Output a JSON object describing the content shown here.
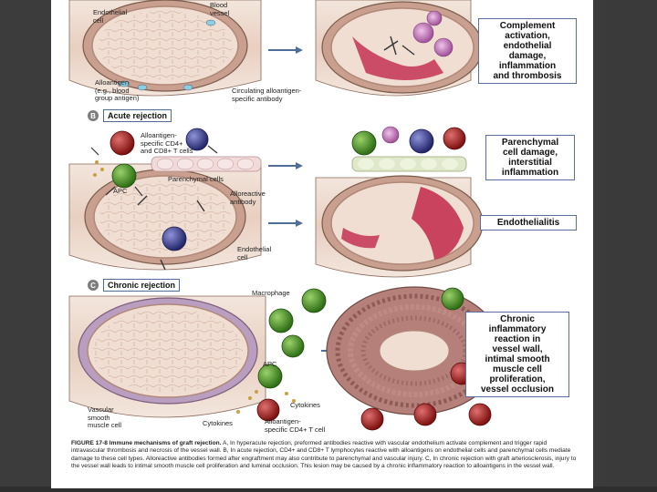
{
  "panel_a": {
    "labels": {
      "endothelial_cell": "Endothelial\ncell",
      "blood_vessel": "Blood\nvessel",
      "alloantigen": "Alloantigen\n(e.g., blood\ngroup antigen)",
      "circulating_antibody": "Circulating alloantigen-\nspecific antibody"
    },
    "result": "Complement\nactivation,\nendothelial\ndamage,\ninflammation\nand thrombosis"
  },
  "panel_b": {
    "letter": "B",
    "title": "Acute rejection",
    "labels": {
      "cd_t_cells": "Alloantigen-\nspecific CD4+\nand CD8+ T cells",
      "parenchymal_cells": "Parenchymal cells",
      "apc": "APC",
      "alloreactive_antibody": "Alloreactive\nantibody",
      "endothelial_cell": "Endothelial\ncell"
    },
    "result_top": "Parenchymal\ncell damage,\ninterstitial\ninflammation",
    "result_bottom": "Endothelialitis"
  },
  "panel_c": {
    "letter": "C",
    "title": "Chronic rejection",
    "labels": {
      "macrophage": "Macrophage",
      "apc": "APC",
      "cytokines_1": "Cytokines",
      "cytokines_2": "Cytokines",
      "vascular_smc": "Vascular\nsmooth\nmuscle cell",
      "cd4_t_cell": "Alloantigen-\nspecific CD4+ T cell"
    },
    "result": "Chronic\ninflammatory\nreaction in\nvessel wall,\nintimal smooth\nmuscle cell\nproliferation,\nvessel occlusion"
  },
  "caption": {
    "figure_label": "FIGURE 17-8 Immune mechanisms of graft rejection.",
    "text": "A, In hyperacute rejection, preformed antibodies reactive with vascular endothelium activate complement and trigger rapid intravascular thrombosis and necrosis of the vessel wall. B, In acute rejection, CD4+ and CD8+ T lymphocytes reactive with alloantigens on endothelial cells and parenchymal cells mediate damage to these cell types. Alloreactive antibodies formed after engraftment may also contribute to parenchymal and vascular injury. C, In chronic rejection with graft arteriosclerosis, injury to the vessel wall leads to intimal smooth muscle cell proliferation and luminal occlusion. This lesion may be caused by a chronic inflammatory reaction to alloantigens in the vessel wall."
  },
  "colors": {
    "vessel_wall": "#e9cdbf",
    "lumen": "#f3dfd4",
    "thrombus": "#c43252",
    "t_cell_red": "#9e1c1c",
    "t_cell_blue": "#3c3f8f",
    "macrophage_green": "#4e9a2e",
    "box_border": "#5a6fa0"
  }
}
